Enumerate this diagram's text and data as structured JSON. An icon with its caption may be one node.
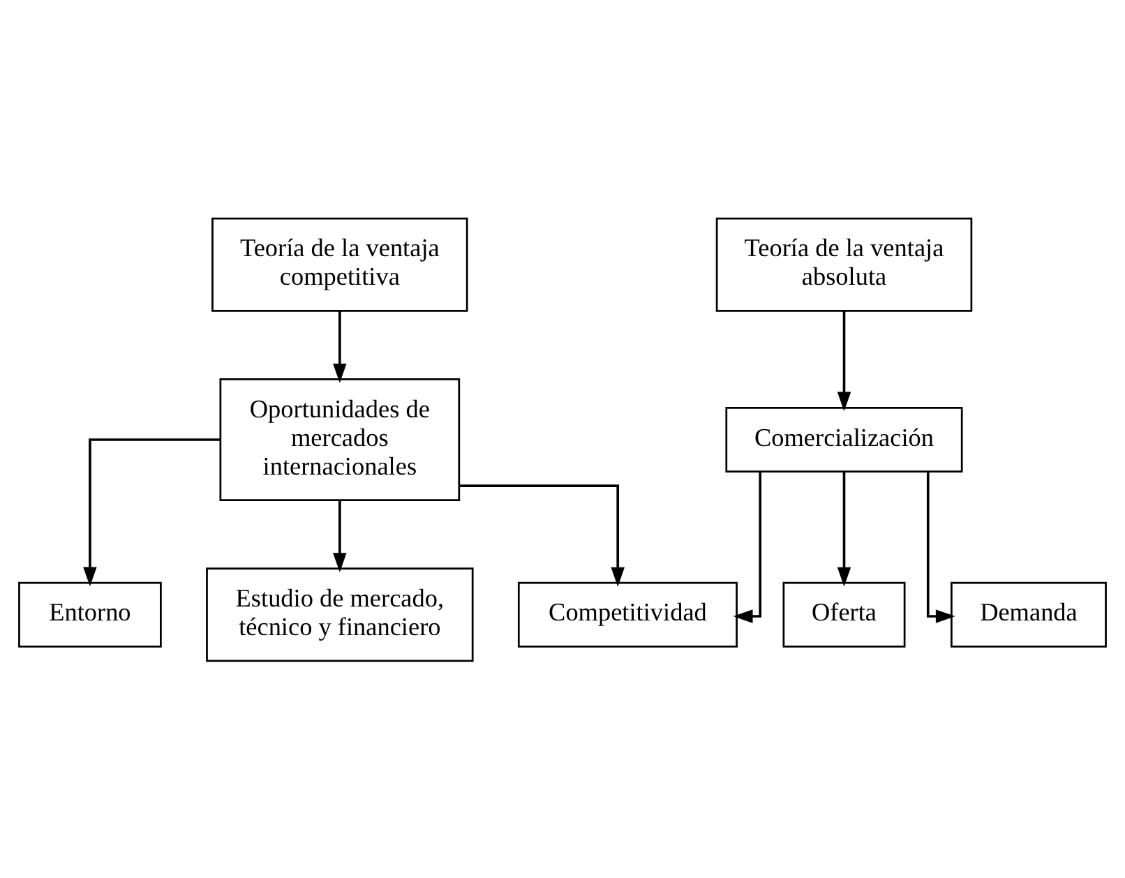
{
  "diagram": {
    "nodes": [
      {
        "text": [
          "Teoría de la ventaja competitiva"
        ]
      },
      {
        "text": [
          "Teoría de la ventaja absoluta"
        ]
      },
      {
        "text": [
          "Oportunidades de mercados internacionales"
        ]
      },
      {
        "text": [
          "Comercialización"
        ]
      },
      {
        "text": [
          "Entorno"
        ]
      },
      {
        "text": [
          "Estudio de mercado, técnico y financiero"
        ]
      },
      {
        "text": [
          "Oferta"
        ]
      },
      {
        "text": [
          "Demanda"
        ]
      },
      {
        "text": [
          "Competitividad"
        ]
      }
    ],
    "edges": [
      {
        "from": 0,
        "to": 2,
        "arrow": "to"
      },
      {
        "from": 1,
        "to": 3,
        "arrow": "to"
      },
      {
        "from": 2,
        "to": 4,
        "arrow": "to"
      },
      {
        "from": 2,
        "to": 5,
        "arrow": "to"
      },
      {
        "from": 3,
        "to": 6,
        "arrow": "to"
      },
      {
        "from": 3,
        "to": 7,
        "arrow": "to"
      },
      {
        "from": 2,
        "to": 8,
        "arrow": "to"
      },
      {
        "from": 3,
        "to": 8,
        "arrow": "to"
      }
    ]
  }
}
